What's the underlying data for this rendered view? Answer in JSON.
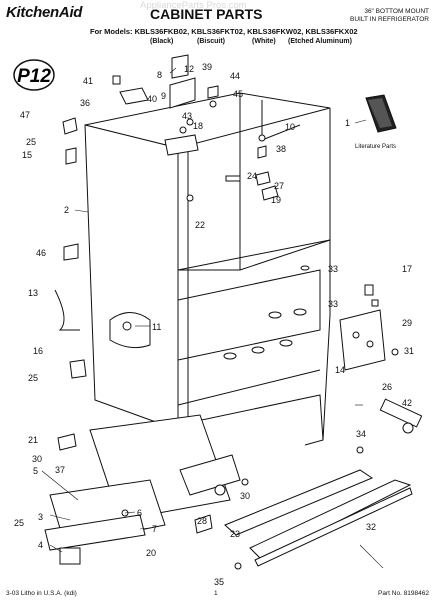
{
  "header": {
    "brand": "KitchenAid",
    "title": "CABINET PARTS",
    "subtitle_line1": "36\" BOTTOM MOUNT",
    "subtitle_line2": "BUILT IN REFRIGERATOR",
    "models_prefix": "For Models:",
    "models": "KBLS36FKB02, KBLS36FKT02, KBLS36FKW02, KBLS36FKX02",
    "colors": [
      "(Black)",
      "(Biscuit)",
      "(White)",
      "(Etched Aluminum)"
    ],
    "watermark": "ApplianceParts Pros.com"
  },
  "badge": "P12",
  "literature_label": "Literature Parts",
  "callouts": [
    "1",
    "2",
    "3",
    "4",
    "5",
    "6",
    "7",
    "8",
    "9",
    "10",
    "11",
    "12",
    "13",
    "14",
    "15",
    "16",
    "17",
    "18",
    "19",
    "20",
    "21",
    "22",
    "23",
    "24",
    "25",
    "26",
    "27",
    "28",
    "29",
    "30",
    "31",
    "32",
    "33",
    "34",
    "35",
    "36",
    "37",
    "38",
    "39",
    "40",
    "41",
    "42",
    "43",
    "44",
    "45",
    "46",
    "47"
  ],
  "footer": {
    "left": "3-03 Litho in U.S.A. (kdi)",
    "center": "1",
    "right": "Part No. 8198462"
  }
}
